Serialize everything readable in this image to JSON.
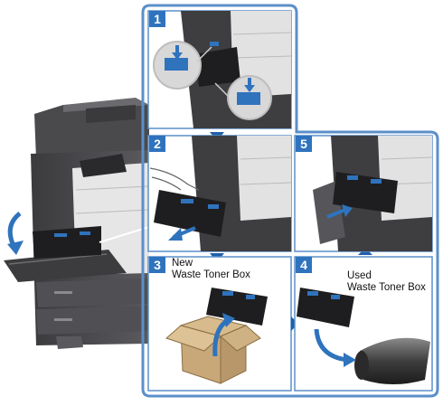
{
  "steps": [
    {
      "number": "1"
    },
    {
      "number": "2"
    },
    {
      "number": "3",
      "caption_line1": "New",
      "caption_line2": "Waste Toner Box"
    },
    {
      "number": "4",
      "caption_line1": "Used",
      "caption_line2": "Waste Toner Box"
    },
    {
      "number": "5"
    }
  ],
  "colors": {
    "frame_blue": "#5b8fca",
    "accent_blue": "#2f73bd",
    "arrow_blue": "#1f5fa8",
    "machine_dark": "#4a4a4d",
    "machine_light": "#e3e3e3",
    "cardboard": "#c8a878"
  },
  "icons": [
    "arrow-down-icon",
    "arrow-up-icon",
    "arrow-right-icon",
    "lever-callout-icon"
  ]
}
